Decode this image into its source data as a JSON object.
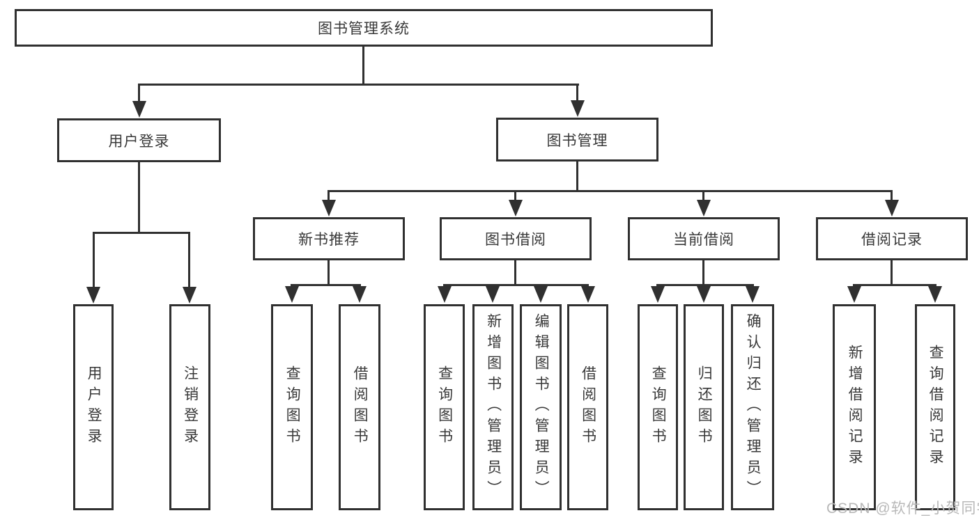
{
  "nodes": {
    "root": {
      "label": "图书管理系统"
    },
    "user_login": {
      "label": "用户登录"
    },
    "book_management": {
      "label": "图书管理"
    },
    "new_book": {
      "label": "新书推荐"
    },
    "book_borrow": {
      "label": "图书借阅"
    },
    "current_borrow": {
      "label": "当前借阅"
    },
    "borrow_record": {
      "label": "借阅记录"
    },
    "leaves": {
      "user_login_child1": {
        "label": "用户登录"
      },
      "user_login_child2": {
        "label": "注销登录"
      },
      "new_book_child1": {
        "label": "查询图书"
      },
      "new_book_child2": {
        "label": "借阅图书"
      },
      "book_borrow_child1": {
        "label": "查询图书"
      },
      "book_borrow_child2": {
        "label": "新增图书（管理员）"
      },
      "book_borrow_child3": {
        "label": "编辑图书（管理员）"
      },
      "book_borrow_child4": {
        "label": "借阅图书"
      },
      "current_borrow_child1": {
        "label": "查询图书"
      },
      "current_borrow_child2": {
        "label": "归还图书"
      },
      "current_borrow_child3": {
        "label": "确认归还（管理员）"
      },
      "borrow_record_child1": {
        "label": "新增借阅记录"
      },
      "borrow_record_child2": {
        "label": "查询借阅记录"
      }
    }
  },
  "watermark": {
    "text": "CSDN @软件_小贺同学"
  },
  "colors": {
    "line": "#303030",
    "text": "#383838",
    "box_background": "#ffffff",
    "watermark": "#b8b8b8",
    "page_background": "#ffffff"
  }
}
